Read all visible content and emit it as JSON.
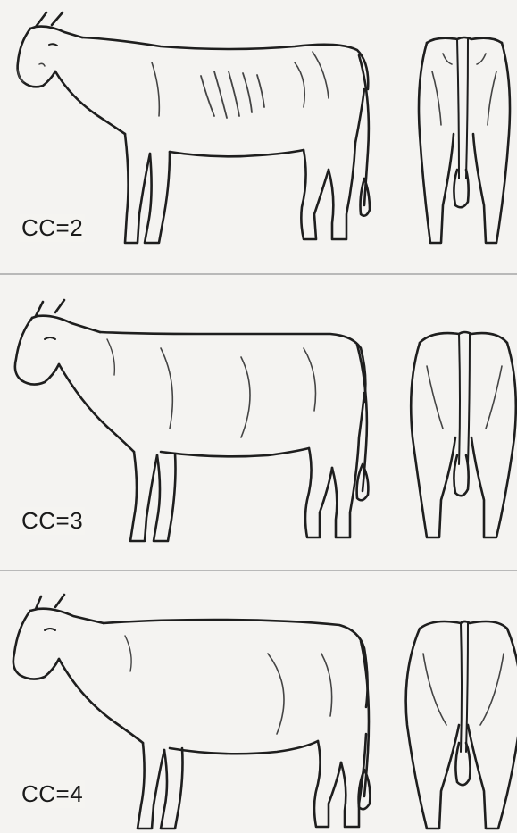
{
  "panels": [
    {
      "label": "CC=2"
    },
    {
      "label": "CC=3"
    },
    {
      "label": "CC=4"
    }
  ]
}
